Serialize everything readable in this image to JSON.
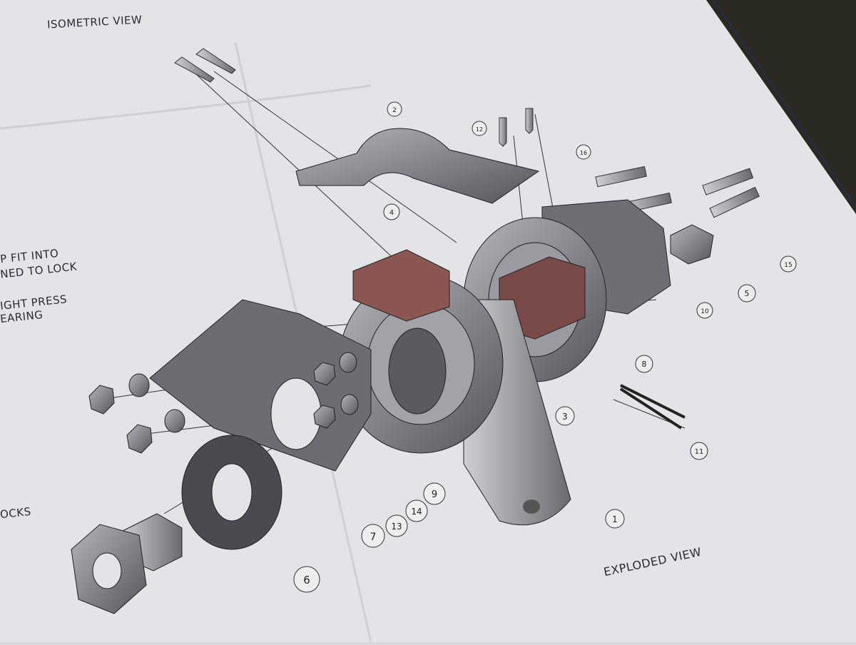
{
  "sheet": {
    "iso_title": "ISOMETRIC VIEW",
    "exploded_title": "EXPLODED VIEW",
    "notes": [
      "P FIT INTO",
      "NED TO LOCK",
      "IGHT PRESS",
      "EARING",
      "OCKS"
    ]
  },
  "callouts": [
    "1",
    "2",
    "3",
    "4",
    "5",
    "6",
    "7",
    "8",
    "9",
    "10",
    "11",
    "12",
    "13",
    "14",
    "15",
    "16"
  ],
  "colors": {
    "paper": "#e6e6ea",
    "ink": "#2a2a35",
    "metal": "#8a8a90",
    "block": "#7a4a48",
    "background": "#2b2a22"
  }
}
